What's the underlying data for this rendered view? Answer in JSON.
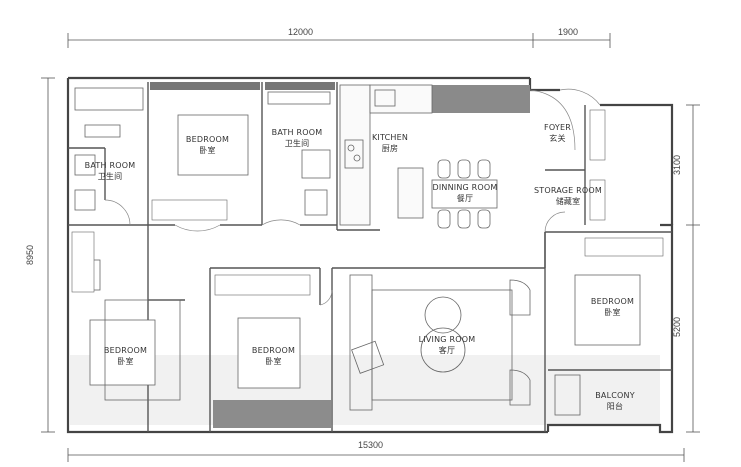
{
  "dimensions": {
    "top_left": "12000",
    "top_right": "1900",
    "bottom": "15300",
    "left": "8950",
    "right_upper": "3100",
    "right_lower": "5200"
  },
  "rooms": {
    "bath_room_left": {
      "en": "BATH ROOM",
      "zh": "卫生间"
    },
    "bedroom_top": {
      "en": "BEDROOM",
      "zh": "卧室"
    },
    "bath_room_center": {
      "en": "BATH ROOM",
      "zh": "卫生间"
    },
    "kitchen": {
      "en": "KITCHEN",
      "zh": "厨房"
    },
    "dining_room": {
      "en": "DINNING ROOM",
      "zh": "餐厅"
    },
    "foyer": {
      "en": "FOYER",
      "zh": "玄关"
    },
    "storage_room": {
      "en": "STORAGE ROOM",
      "zh": "储藏室"
    },
    "bedroom_left": {
      "en": "BEDROOM",
      "zh": "卧室"
    },
    "bedroom_center": {
      "en": "BEDROOM",
      "zh": "卧室"
    },
    "living_room": {
      "en": "LIVING ROOM",
      "zh": "客厅"
    },
    "bedroom_right": {
      "en": "BEDROOM",
      "zh": "卧室"
    },
    "balcony": {
      "en": "BALCONY",
      "zh": "阳台"
    }
  }
}
